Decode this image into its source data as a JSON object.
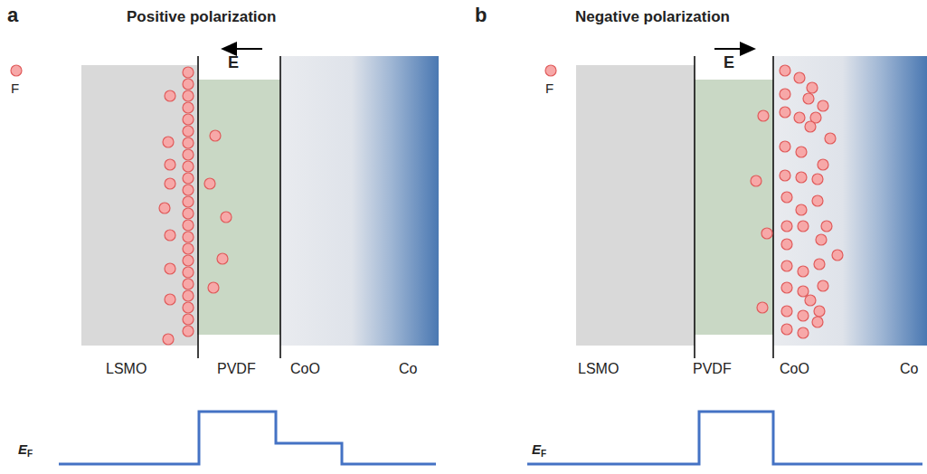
{
  "diagram": {
    "labels": [
      "a",
      "Positive polarization",
      "E",
      "F",
      "LSMO",
      "PVDF",
      "CoO",
      "Co",
      "E",
      "F",
      "b",
      "Negative polarization",
      "E",
      "F",
      "LSMO",
      "PVDF",
      "CoO",
      "Co",
      "E",
      "F"
    ]
  }
}
